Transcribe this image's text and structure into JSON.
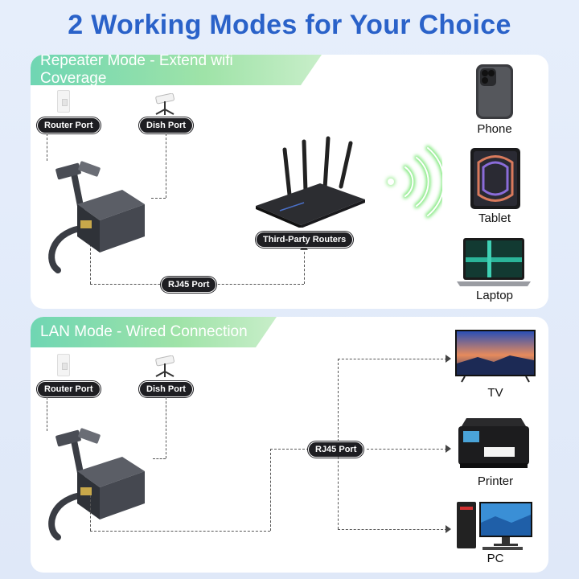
{
  "title": "2 Working Modes for Your Choice",
  "colors": {
    "title": "#2a62c9",
    "tab_gradient_start": "#6fd6b3",
    "tab_gradient_end": "#c8eec9",
    "pill_bg": "#1e1e22",
    "wifi_glow": "#7ee87a",
    "background": "#e6eefb"
  },
  "repeater_mode": {
    "heading": "Repeater Mode - Extend wifi Coverage",
    "labels": {
      "router_port": "Router Port",
      "dish_port": "Dish Port",
      "rj45_port": "RJ45 Port",
      "third_party_routers": "Third-Party Routers"
    },
    "icons": [
      "wall-outlet-icon",
      "satellite-dish-icon",
      "adapter-icon",
      "router-icon",
      "wifi-signal-icon"
    ],
    "devices": [
      {
        "label": "Phone",
        "icon": "phone-icon"
      },
      {
        "label": "Tablet",
        "icon": "tablet-icon"
      },
      {
        "label": "Laptop",
        "icon": "laptop-icon"
      }
    ]
  },
  "lan_mode": {
    "heading": "LAN Mode - Wired Connection",
    "labels": {
      "router_port": "Router Port",
      "dish_port": "Dish Port",
      "rj45_port": "RJ45 Port"
    },
    "icons": [
      "wall-outlet-icon",
      "satellite-dish-icon",
      "adapter-icon"
    ],
    "devices": [
      {
        "label": "TV",
        "icon": "tv-icon"
      },
      {
        "label": "Printer",
        "icon": "printer-icon"
      },
      {
        "label": "PC",
        "icon": "pc-icon"
      }
    ]
  }
}
